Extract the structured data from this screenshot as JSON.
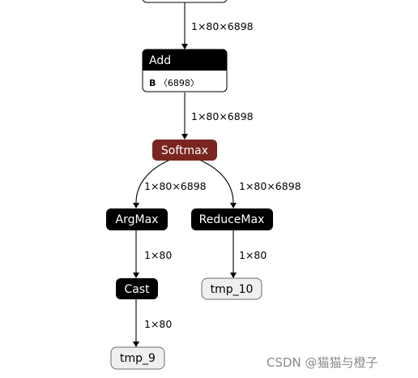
{
  "nodes": {
    "add": {
      "label": "Add",
      "attr_key": "B",
      "attr_value": "〈6898〉"
    },
    "softmax": {
      "label": "Softmax"
    },
    "argmax": {
      "label": "ArgMax"
    },
    "reducemax": {
      "label": "ReduceMax"
    },
    "cast": {
      "label": "Cast"
    },
    "tmp_10": {
      "label": "tmp_10"
    },
    "tmp_9": {
      "label": "tmp_9"
    }
  },
  "edges": {
    "input_to_add": "1×80×6898",
    "add_to_softmax": "1×80×6898",
    "softmax_to_argmax": "1×80×6898",
    "softmax_to_reducemax": "1×80×6898",
    "argmax_to_cast": "1×80",
    "reducemax_to_tmp10": "1×80",
    "cast_to_tmp9": "1×80"
  },
  "colors": {
    "op_node": "#000000",
    "softmax_node": "#7a2520",
    "io_node_fill": "#efefef",
    "io_node_border": "#6e6e6e",
    "attr_fill": "#ffffff"
  },
  "watermark": "CSDN @猫猫与橙子"
}
